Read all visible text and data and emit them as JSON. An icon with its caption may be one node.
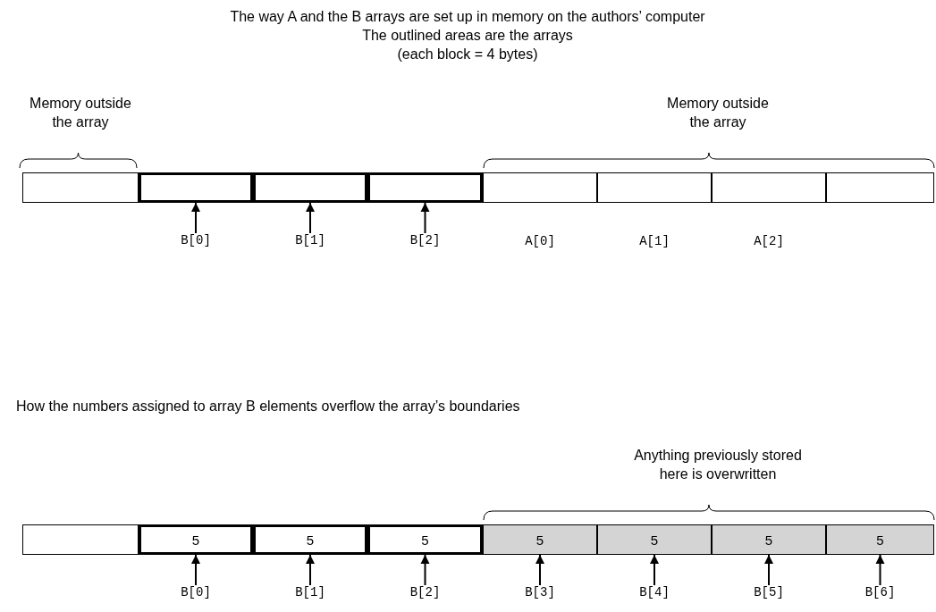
{
  "diagram": {
    "title": "The way A and the B arrays are set up in memory on the authors’ computer",
    "nodes": [
      {
        "text": [],
        "shape": "box"
      },
      {
        "text": [],
        "shape": "box"
      },
      {
        "text": [],
        "shape": "box"
      },
      {
        "text": [],
        "shape": "box"
      },
      {
        "text": [],
        "shape": "box"
      },
      {
        "text": [],
        "shape": "box"
      },
      {
        "text": [],
        "shape": "box"
      },
      {
        "text": [],
        "shape": "box"
      },
      {
        "text": [
          "B[0]"
        ]
      },
      {
        "text": [
          "B[1]"
        ]
      },
      {
        "text": [
          "B[2]"
        ]
      },
      {
        "text": [],
        "shape": "box"
      },
      {
        "text": [
          "5"
        ]
      },
      {
        "text": [
          "5"
        ]
      },
      {
        "text": [
          "5"
        ]
      },
      {
        "text": [
          "5"
        ]
      },
      {
        "text": [
          "5"
        ]
      },
      {
        "text": [
          "5"
        ]
      },
      {
        "text": [
          "5"
        ]
      },
      {
        "text": [
          "B[0]"
        ]
      },
      {
        "text": [
          "B[1]"
        ]
      },
      {
        "text": [
          "B[2]"
        ]
      },
      {
        "text": [
          "B[3]"
        ]
      },
      {
        "text": [
          "B[4]"
        ]
      },
      {
        "text": [
          "B[5]"
        ]
      },
      {
        "text": [
          "B[6]"
        ]
      }
    ],
    "edges": [
      {
        "from": 8,
        "to": 1,
        "arrow": "to"
      },
      {
        "from": 9,
        "to": 2,
        "arrow": "to"
      },
      {
        "from": 10,
        "to": 3,
        "arrow": "to"
      },
      {
        "from": 19,
        "to": 12,
        "arrow": "to"
      },
      {
        "from": 20,
        "to": 13,
        "arrow": "to"
      },
      {
        "from": 21,
        "to": 14,
        "arrow": "to"
      },
      {
        "from": 22,
        "to": 15,
        "arrow": "to"
      },
      {
        "from": 23,
        "to": 16,
        "arrow": "to"
      },
      {
        "from": 24,
        "to": 17,
        "arrow": "to"
      },
      {
        "from": 25,
        "to": 18,
        "arrow": "to"
      }
    ],
    "labels": [
      "The outlined areas are the arrays",
      "(each block = 4 bytes)",
      "Memory outside the array",
      "Memory outside the array",
      "A[0]",
      "A[1]",
      "A[2]",
      "How the numbers assigned to array B elements overflow the array’s boundaries",
      "Anything previously stored here is overwritten"
    ]
  }
}
